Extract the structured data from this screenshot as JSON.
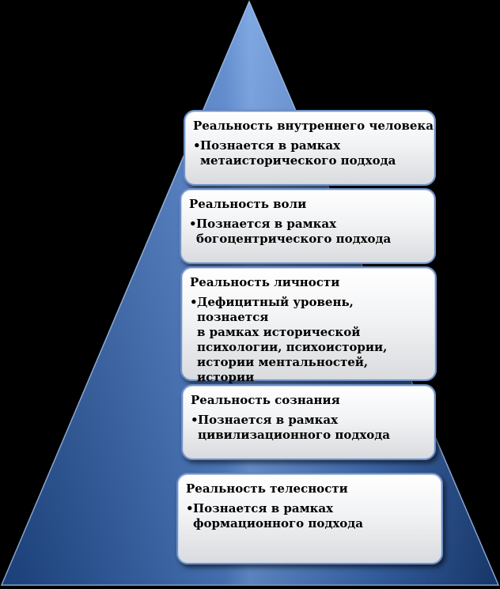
{
  "levels": [
    {
      "title": "Реальность внутреннего человека",
      "text": "Познается в рамках\nметаисторического подхода"
    },
    {
      "title": "Реальность воли",
      "text": "Познается в рамках\nбогоцентрического подхода"
    },
    {
      "title": "Реальность личности",
      "text": "Дефицитный уровень, познается\nв рамках исторической\nпсихологии, психоистории,\nистории ментальностей, истории\nповседневности и.т. д."
    },
    {
      "title": "Реальность сознания",
      "text": "Познается в рамках\nцивилизационного  подхода"
    },
    {
      "title": "Реальность телесности",
      "text": "Познается в рамках\nформационного подхода"
    }
  ],
  "bullet": "•",
  "colors": {
    "pyramid_light": "#6a99de",
    "pyramid_dark": "#1f4a8c",
    "card_border": "#6f90c4",
    "background": "#000000"
  }
}
